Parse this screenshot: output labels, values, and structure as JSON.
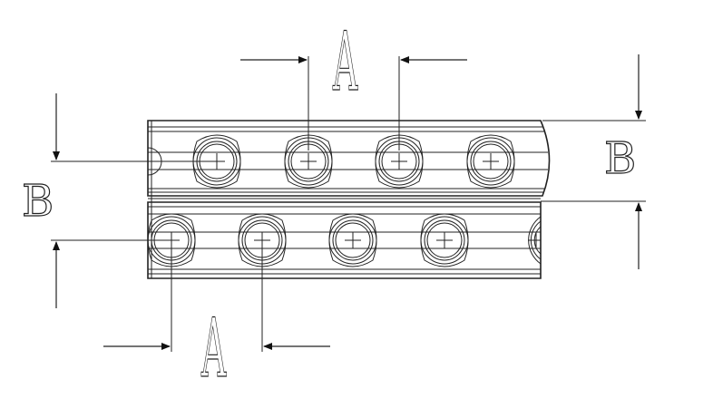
{
  "drawing": {
    "line_color": "#222222",
    "background": "#ffffff",
    "labels": {
      "pitch_top": "A",
      "pitch_bottom": "A",
      "row_offset_left": "B",
      "row_offset_right": "B"
    }
  }
}
